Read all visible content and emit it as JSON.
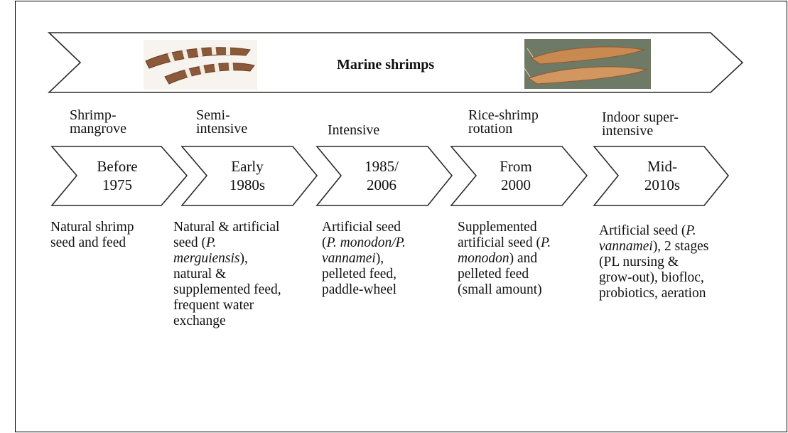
{
  "banner": {
    "title": "Marine shrimps"
  },
  "stages": [
    {
      "system": "Shrimp-\nmangrove",
      "period": "Before\n1975",
      "desc_parts": [
        {
          "t": "Natural shrimp\nseed and feed"
        }
      ]
    },
    {
      "system": "Semi-\nintensive",
      "period": "Early\n1980s",
      "desc_parts": [
        {
          "t": "Natural & artificial\nseed ("
        },
        {
          "t": "P.\nmerguiensis",
          "i": true
        },
        {
          "t": "),\nnatural &\nsupplemented feed,\nfrequent water\nexchange"
        }
      ]
    },
    {
      "system": "Intensive",
      "period": "1985/\n2006",
      "desc_parts": [
        {
          "t": "Artificial seed\n("
        },
        {
          "t": "P. monodon/P.\nvannamei",
          "i": true
        },
        {
          "t": "),\npelleted feed,\npaddle-wheel"
        }
      ]
    },
    {
      "system": "Rice-shrimp\nrotation",
      "period": "From\n2000",
      "desc_parts": [
        {
          "t": "Supplemented\nartificial seed ("
        },
        {
          "t": "P.\nmonodon",
          "i": true
        },
        {
          "t": ") and\npelleted feed\n(small amount)"
        }
      ]
    },
    {
      "system": "Indoor super-\nintensive",
      "period": "Mid-\n2010s",
      "desc_parts": [
        {
          "t": "Artificial seed ("
        },
        {
          "t": "P.\nvannamei",
          "i": true
        },
        {
          "t": "), 2 stages\n(PL nursing &\ngrow-out), biofloc,\nprobiotics, aeration"
        }
      ]
    }
  ],
  "colors": {
    "outline": "#2a2a2a",
    "shrimp_a": "#8a5a3a",
    "shrimp_b": "#c98a52",
    "photo_bg": "#6f7a66"
  }
}
